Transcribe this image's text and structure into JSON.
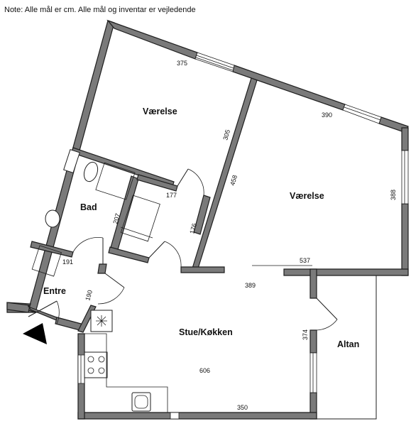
{
  "note": "Note: Alle mål er cm. Alle mål og inventar er vejledende",
  "rooms": {
    "vaerelse_1": "Værelse",
    "vaerelse_2": "Værelse",
    "bad": "Bad",
    "entre": "Entre",
    "stue_kokken": "Stue/Køkken",
    "altan": "Altan"
  },
  "dimensions": {
    "d375": "375",
    "d390": "390",
    "d305": "305",
    "d458": "458",
    "d388": "388",
    "d177": "177",
    "d176": "176",
    "d207": "207",
    "d191": "191",
    "d190": "190",
    "d537": "537",
    "d389": "389",
    "d374": "374",
    "d606": "606",
    "d350": "350"
  },
  "colors": {
    "wall_fill": "#7a7a7a",
    "line": "#1e1e1e",
    "north_arrow": "#000000"
  },
  "icons": {
    "north_arrow": "entrance-arrow-icon"
  }
}
